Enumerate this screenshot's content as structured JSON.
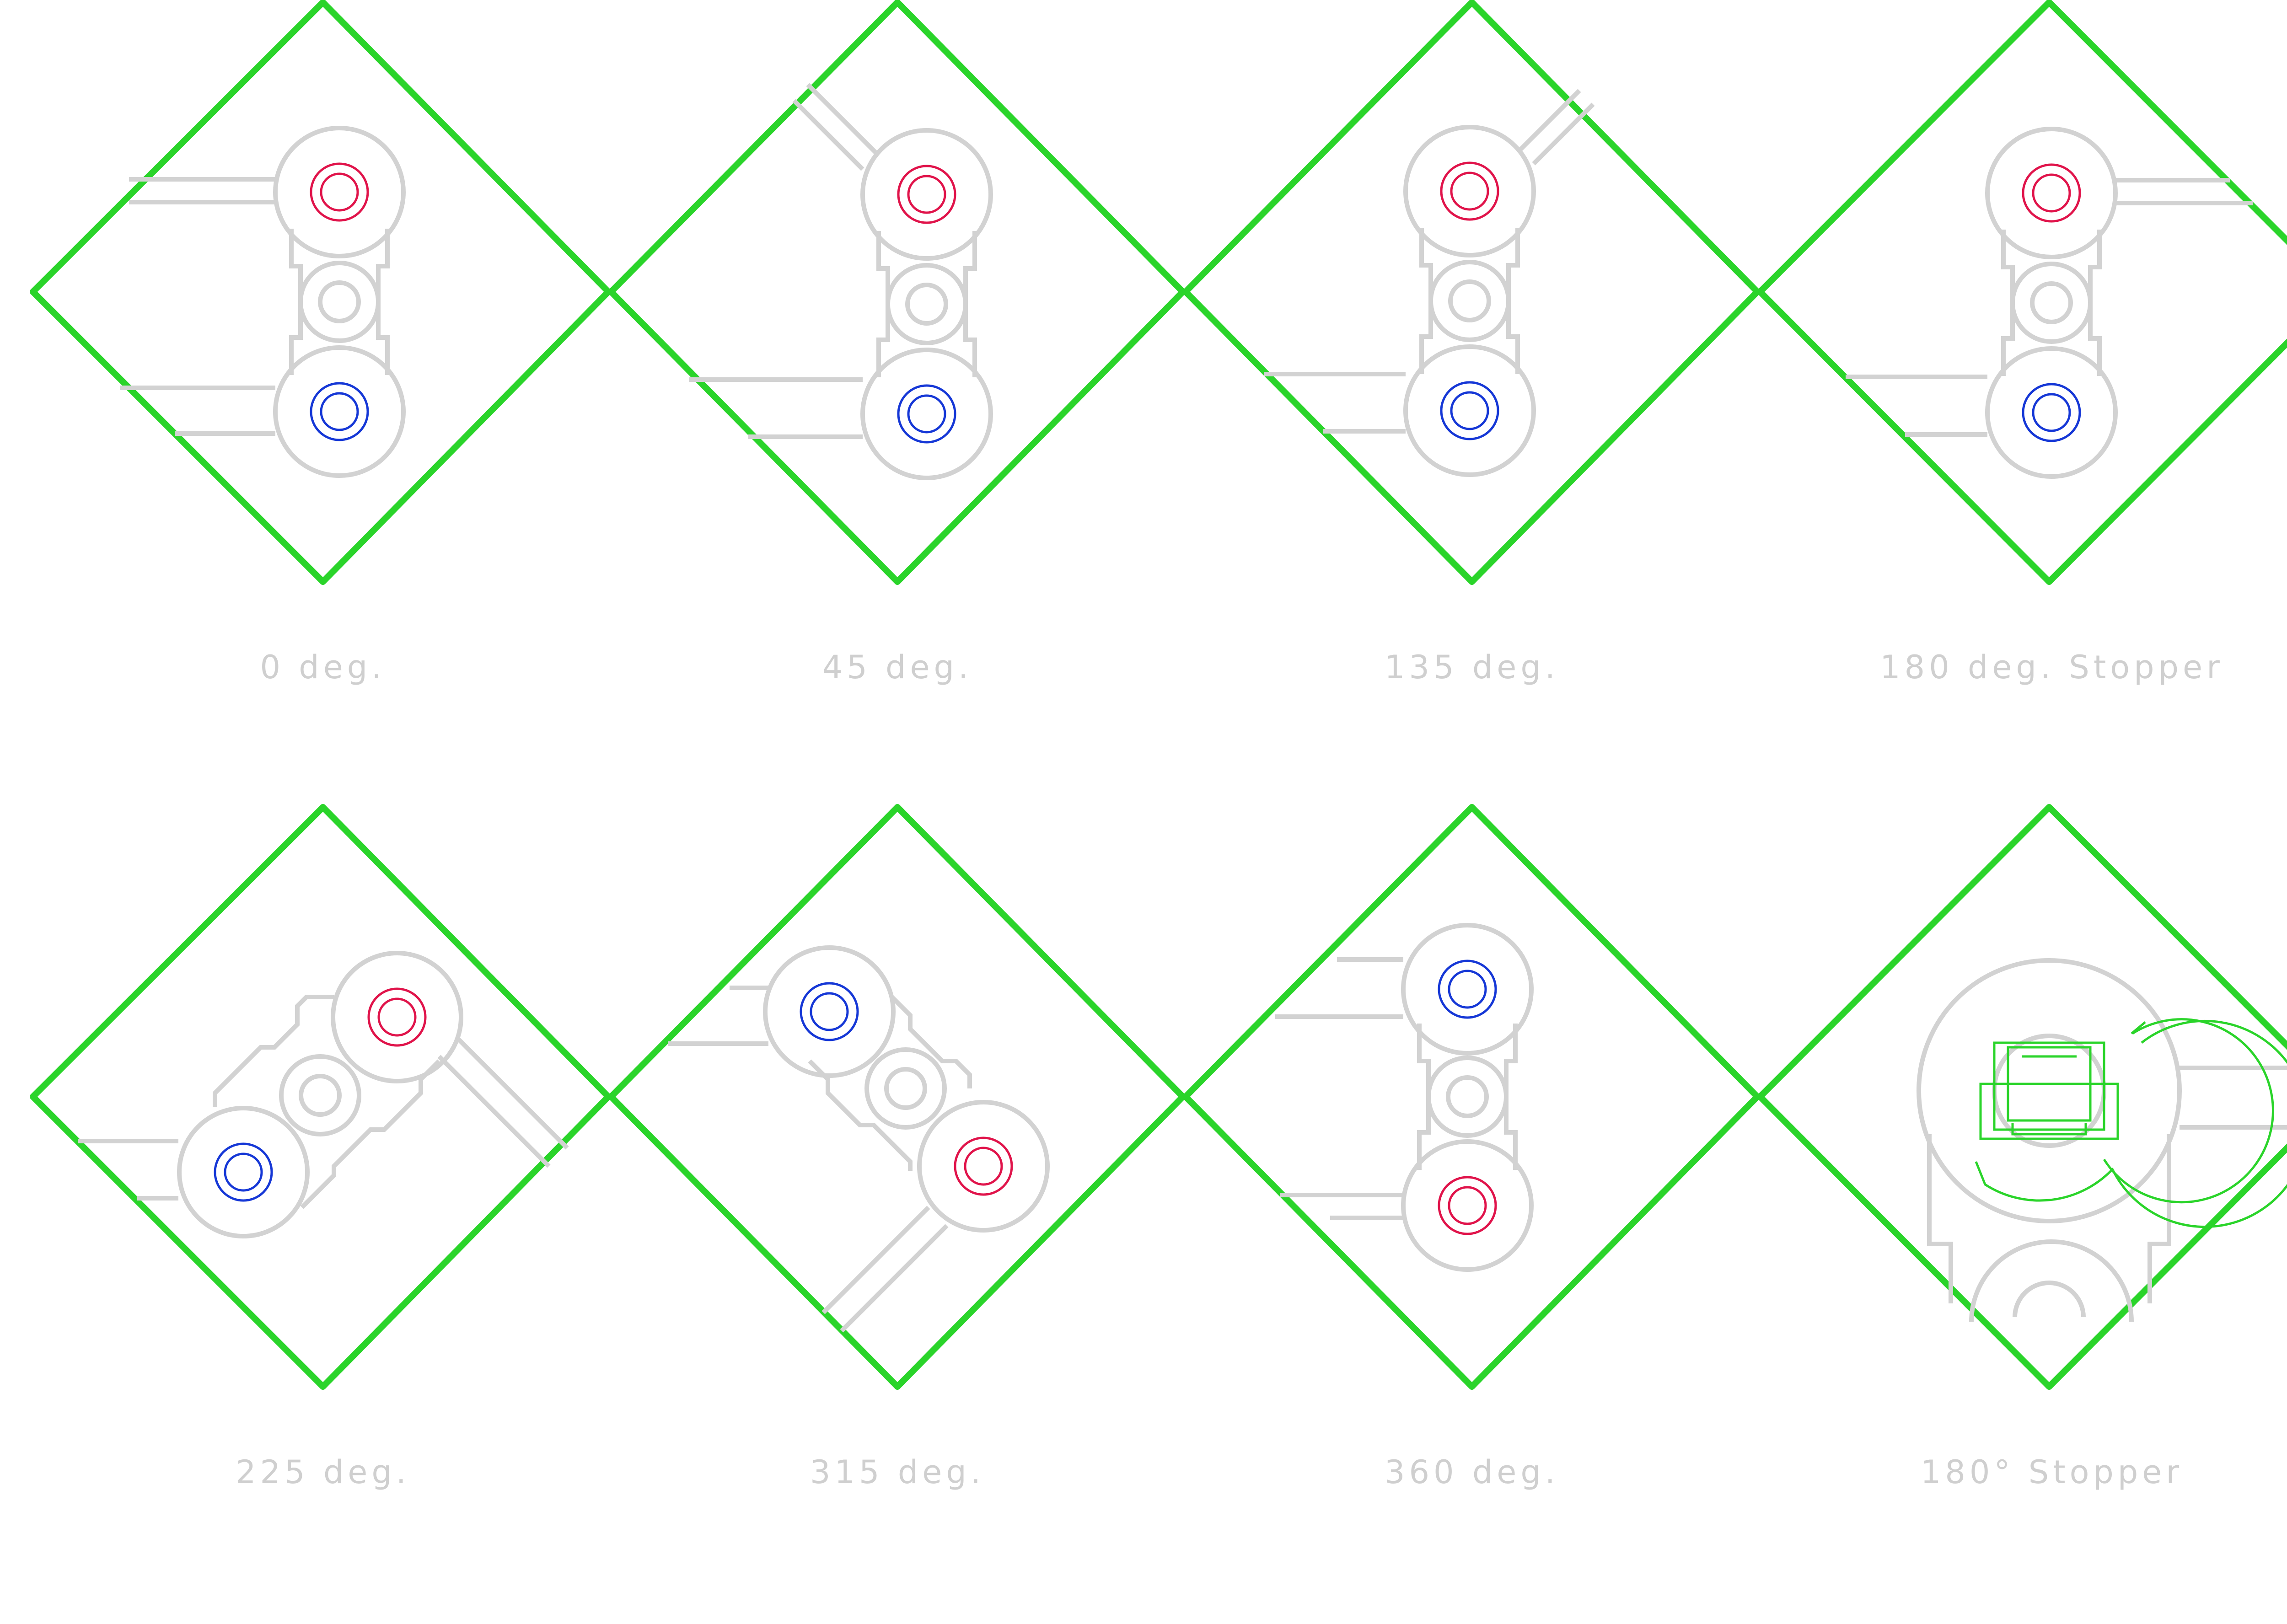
{
  "colors": {
    "frame": "#2ad42a",
    "part": "#d2d2d2",
    "pin_top": "#e0134a",
    "pin_bottom": "#1537d6",
    "caption": "#cfcfcf",
    "stopper": "#2ad42a"
  },
  "panels": [
    {
      "id": "0",
      "caption": "0 deg.",
      "angle_deg": 0
    },
    {
      "id": "45",
      "caption": "45 deg.",
      "angle_deg": 45
    },
    {
      "id": "135",
      "caption": "135 deg.",
      "angle_deg": 135
    },
    {
      "id": "180",
      "caption": "180 deg. Stopper",
      "angle_deg": 180
    },
    {
      "id": "225",
      "caption": "225 deg.",
      "angle_deg": 225
    },
    {
      "id": "315",
      "caption": "315 deg.",
      "angle_deg": 315
    },
    {
      "id": "360",
      "caption": "360 deg.",
      "angle_deg": 360
    },
    {
      "id": "stopper",
      "caption": "180° Stopper",
      "angle_deg": null
    }
  ]
}
